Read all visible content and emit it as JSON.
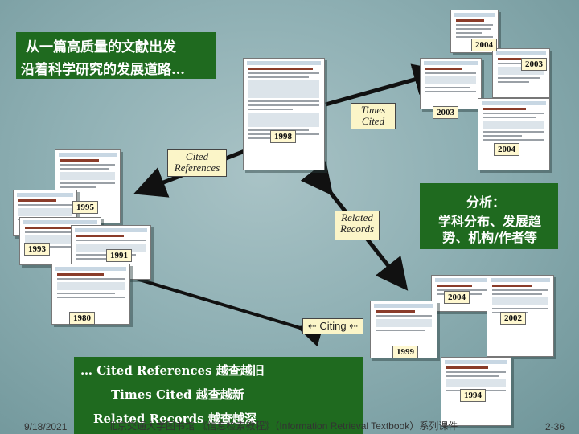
{
  "headline": {
    "line1": "从一篇高质量的文献出发",
    "line2": "沿着科学研究的发展道路…"
  },
  "analysis": {
    "title": "分析：",
    "body": "学科分布、发展趋势、机构/作者等"
  },
  "bottom_box": {
    "line1": "… Cited References 越查越旧",
    "line2": "Times Cited 越查越新",
    "line3": "Related Records 越查越深"
  },
  "labels": {
    "times_cited": "Times Cited",
    "cited_references": "Cited References",
    "related_records": "Related Records",
    "citing": "Citing"
  },
  "years": {
    "y2004a": "2004",
    "y2003a": "2003",
    "y2003b": "2003",
    "y2004b": "2004",
    "y1998": "1998",
    "y1995": "1995",
    "y1993": "1993",
    "y1991": "1991",
    "y2004c": "2004",
    "y1980": "1980",
    "y2002": "2002",
    "y1999": "1999",
    "y1994": "1994"
  },
  "footer": {
    "date": "9/18/2021",
    "source": "北京交通大学图书馆 《信息检索教程》（Information Retrieval Textbook）系列课件",
    "page": "2-36"
  },
  "colors": {
    "green_box": "#1f6a1f",
    "label_bg": "#fbf5c8",
    "arrow": "#111111"
  }
}
